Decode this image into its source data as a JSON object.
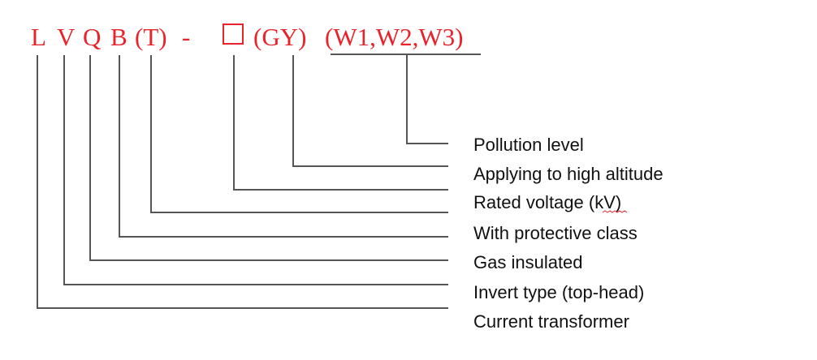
{
  "model_code": {
    "parts": [
      "L",
      "V",
      "Q",
      "B",
      "(T)",
      "-",
      "(GY)",
      "(W1,W2,W3)"
    ],
    "color": "#e8232b"
  },
  "descriptions": [
    "Pollution level",
    "Applying to high altitude",
    "Rated voltage (kV)",
    "With protective class",
    "Gas insulated",
    "Invert type (top-head)",
    "Current transformer"
  ],
  "colors": {
    "leader_lines": "#555555",
    "text": "#111111"
  }
}
